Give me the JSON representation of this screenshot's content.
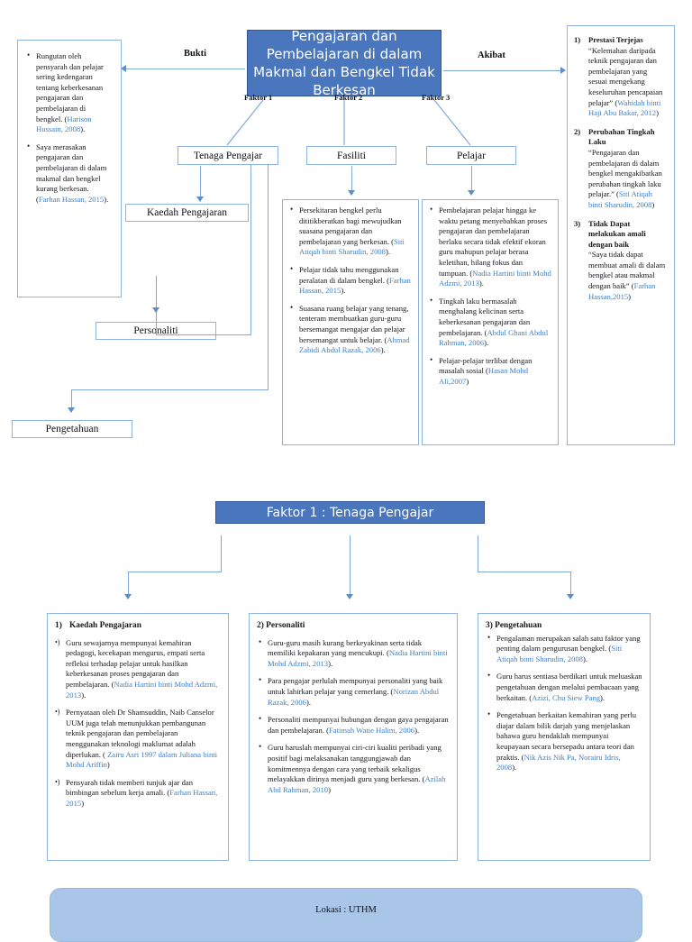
{
  "diagram": {
    "root": {
      "title": "Pengajaran dan Pembelajaran di dalam Makmal dan Bengkel Tidak Berkesan"
    },
    "edge_labels": {
      "bukti": "Bukti",
      "akibat": "Akibat",
      "faktor1": "Faktor 1",
      "faktor2": "Faktor 2",
      "faktor3": "Faktor 3"
    },
    "evidence_box": {
      "name": "Bukti",
      "items": [
        {
          "text": "Rungutan oleh pensyarah dan pelajar sering kedengaran tentang keberkesanan pengajaran dan pembelajaran di bengkel. (",
          "cite": "Harison Hussain, 2008",
          "after": ")."
        },
        {
          "text": "Saya merasakan pengajaran dan pembelajaran di dalam makmal dan bengkel kurang berkesan. (",
          "cite": "Farhan Hassan, 2015",
          "after": ")."
        }
      ]
    },
    "effects_box": {
      "name": "Akibat",
      "items": [
        {
          "title": "Prestasi Terjejas",
          "text": "“Kelemahan daripada teknik pengajaran dan pembelajaran yang sesuai mengekang keseluruhan pencapaian pelajar” (",
          "cite": "Wahidah binti Haji Abu Bakar, 2012",
          "after": ")"
        },
        {
          "title": "Perubahan Tingkah Laku",
          "text": "“Pengajaran dan pembelajaran di dalam bengkel mengakibatkan perubahan tingkah laku pelajar.” (",
          "cite": "Siti Atiqah binti Sharudin, 2008",
          "after": ")"
        },
        {
          "title": "Tidak Dapat melakukan amali dengan baik",
          "text": "“Saya tidak dapat membuat amali di dalam bengkel atau makmal dengan baik” (",
          "cite": "Farhan Hassan,2015",
          "after": ")"
        }
      ]
    },
    "factors": [
      {
        "label": "Tenaga Pengajar"
      },
      {
        "label": "Fasiliti"
      },
      {
        "label": "Pelajar"
      }
    ],
    "teacher_subnodes": [
      {
        "label": "Kaedah Pengajaran"
      },
      {
        "label": "Personaliti"
      },
      {
        "label": "Pengetahuan"
      }
    ],
    "facility_points": [
      {
        "text": "Persekitaran bengkel perlu dititikberatkan bagi mewujudkan suasana pengajaran dan pembelajaran yang berkesan. (",
        "cite": "Siti Atiqah binti Sharudin, 2008",
        "after": ")."
      },
      {
        "text": "Pelajar tidak tahu menggunakan peralatan di dalam bengkel. (",
        "cite": "Farhan Hassan, 2015",
        "after": ")."
      },
      {
        "text": "Suasana ruang belajar yang tenang, tenteram membuatkan guru-guru bersemangat mengajar dan pelajar bersemangat untuk belajar. (",
        "cite": "Ahmad Zabidi Abdul Razak, 2006",
        "after": ")."
      }
    ],
    "student_points": [
      {
        "text": "Pembelajaran pelajar hingga ke waktu petang menyebabkan proses pengajaran dan pembelajaran berlaku secara tidak efektif ekoran guru mahupun pelajar berasa keletihan, hilang fokus dan tumpuan. (",
        "cite": "Nadia Hartini binti Mohd Adzmi, 2013",
        "after": ")."
      },
      {
        "text": "Tingkah laku bermasalah menghalang kelicinan serta keberkesanan pengajaran dan pembelajaran. (",
        "cite": "Abdul Ghani Abdul Rahman, 2006",
        "after": ")."
      },
      {
        "text": "Pelajar-pelajar terlibat dengan masalah sosial (",
        "cite": "Hasan Mohd Ali,2007",
        "after": ")"
      }
    ]
  },
  "section": {
    "banner": "Faktor 1 : Tenaga Pengajar",
    "columns": [
      {
        "index": "1)",
        "title": "Kaedah Pengajaran",
        "bullet_style": "paren",
        "items": [
          {
            "text": "Guru sewajarnya mempunyai kemahiran pedagogi, kecekapan mengurus, empati serta refleksi terhadap pelajar untuk hasilkan keberkesanan proses pengajaran dan pembelajaran. (",
            "cite": "Nadia Hartini binti Mohd Adzmi, 2013",
            "after": ")."
          },
          {
            "text": "Pernyataan oleh Dr Shamsuddin, Naib Canselor UUM juga telah menunjukkan pembangunan teknik pengajaran dan pembelajaran menggunakan teknologi maklumat adalah diperlukan. ( ",
            "cite": "Zairu Asri 1997 dalam Juliana binti Mohd Ariffin",
            "after": ")"
          },
          {
            "text": "Pensyarah tidak memberi tunjuk ajar dan bimbingan sebelum kerja amali. (",
            "cite": "Farhan Hassan, 2015",
            "after": ")"
          }
        ]
      },
      {
        "index": "2)",
        "title": "Personaliti",
        "bullet_style": "dot",
        "items": [
          {
            "text": "Guru-guru masih kurang berkeyakinan serta tidak memiliki kepakaran yang mencukupi. (",
            "cite": "Nadia Hartini binti Mohd Adzmi, 2013",
            "after": ")."
          },
          {
            "text": "Para pengajar perlulah mempunyai personaliti yang baik untuk lahirkan pelajar yang cemerlang. (",
            "cite": "Norizan Abdul Razak, 2006",
            "after": ")."
          },
          {
            "text": "Personaliti mempunyai hubungan dengan gaya pengajaran dan pembelajaran. (",
            "cite": "Fatimah Watie Halim, 2006",
            "after": ")."
          },
          {
            "text": "Guru haruslah mempunyai ciri-ciri kualiti peribadi yang positif bagi melaksanakan tanggungjawab dan komitmennya dengan cara yang terbaik sekaligus melayakkan dirinya menjadi guru yang berkesan. (",
            "cite": "Azilah Abd Rahman, 2010",
            "after": ")"
          }
        ]
      },
      {
        "index": "3)",
        "title": "Pengetahuan",
        "bullet_style": "dot",
        "items": [
          {
            "text": "Pengalaman merupakan salah satu faktor yang penting dalam pengurusan bengkel. (",
            "cite": "Siti Atiqah binti Sharudin, 2008",
            "after": ")."
          },
          {
            "text": "Guru harus sentiasa berdikari untuk meluaskan pengetahuan dengan melalui pembacaan yang berkaitan. (",
            "cite": "Azizi, Chu Siew Pang",
            "after": ")."
          },
          {
            "text": "Pengetahuan berkaitan kemahiran yang perlu diajar dalam bilik darjah yang menjelaskan bahawa guru hendaklah mempunyai keupayaan secara bersepadu antara teori dan praktis. (",
            "cite": "Nik Azis Nik Pa, Norairu Idris, 2008",
            "after": ")."
          }
        ]
      }
    ]
  },
  "footer": {
    "text": "Lokasi : UTHM"
  },
  "colors": {
    "header_blue": "#4a76bd",
    "banner_blue": "#4a76bd",
    "box_border": "#8fb4dd",
    "connector": "#7fa9d8",
    "citation": "#3f7fc1",
    "footer_fill": "#a9c6e8"
  }
}
